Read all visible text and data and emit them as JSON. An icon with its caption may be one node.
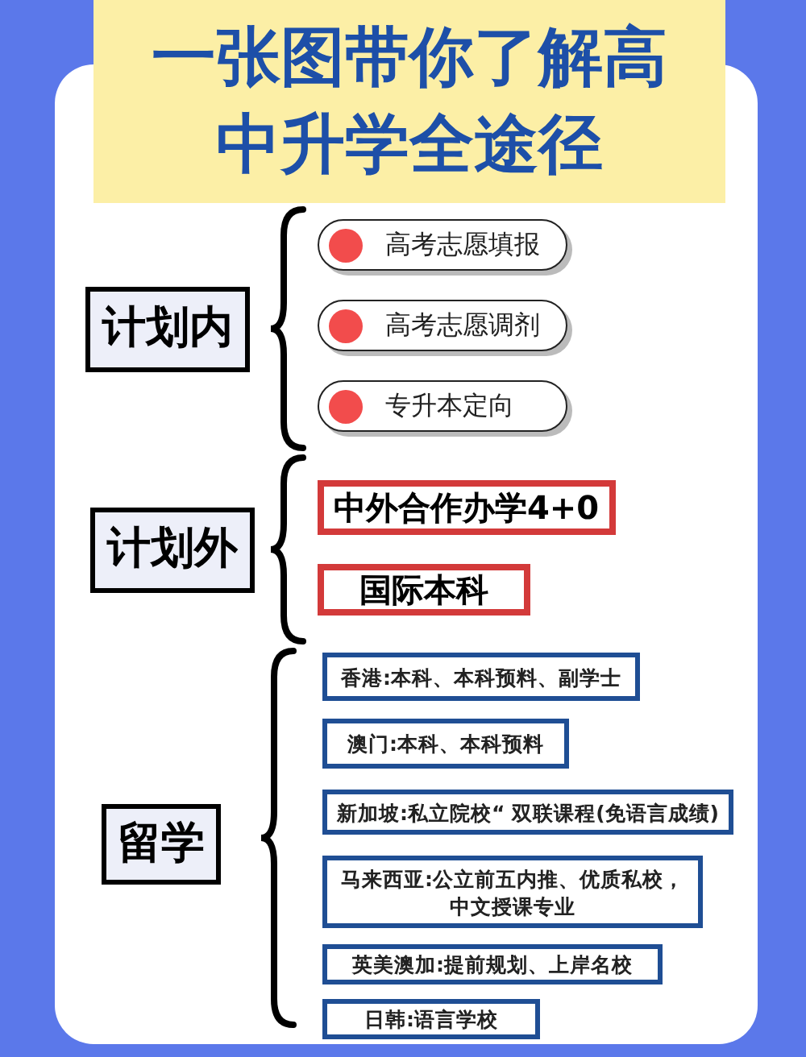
{
  "diagram": {
    "title": "一张图带你了解高中升学全途径",
    "nodes": [
      {
        "text": [
          "计划内"
        ]
      },
      {
        "text": [
          "高考志愿填报"
        ]
      },
      {
        "text": [
          "高考志愿调剂"
        ]
      },
      {
        "text": [
          "专升本定向"
        ]
      },
      {
        "text": [
          "计划外"
        ]
      },
      {
        "text": [
          "中外合作办学4+0"
        ]
      },
      {
        "text": [
          "国际本科"
        ]
      },
      {
        "text": [
          "留学"
        ]
      },
      {
        "text": [
          "香港:本科、本科预料、副学士"
        ]
      },
      {
        "text": [
          "澳门:本科、本科预料"
        ]
      },
      {
        "text": [
          "新加坡:私立院校“ 双联课程(免语言成绩)"
        ]
      },
      {
        "text": [
          "马来西亚:公立前五内推、优质私校，中文授课专业"
        ]
      },
      {
        "text": [
          "英美澳加:提前规划、上岸名校"
        ]
      },
      {
        "text": [
          "日韩:语言学校"
        ]
      }
    ]
  }
}
